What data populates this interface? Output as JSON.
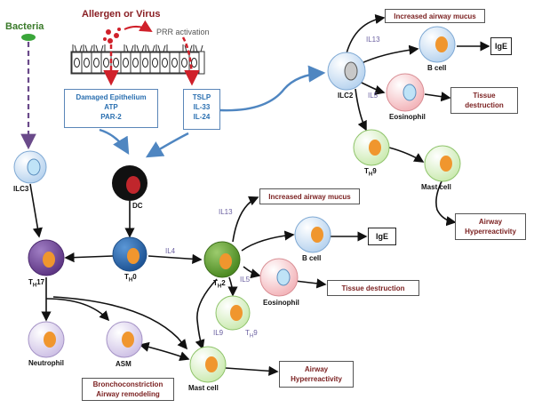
{
  "header": {
    "allergen": "Allergen or Virus",
    "prr": "PRR activation",
    "bacteria": "Bacteria"
  },
  "epithelium_box": {
    "lines": [
      "Damaged Epithelium",
      "ATP",
      "PAR-2"
    ]
  },
  "cytokine_box": {
    "lines": [
      "TSLP",
      "IL-33",
      "IL-24"
    ]
  },
  "cells": {
    "ilc3": "ILC3",
    "dc": "DC",
    "th0_main": "T",
    "th0_sub": "H",
    "th0_tail": "0",
    "th17_main": "T",
    "th17_sub": "H",
    "th17_tail": "17",
    "th2_main": "T",
    "th2_sub": "H",
    "th2_tail": "2",
    "th9_main": "T",
    "th9_sub": "H",
    "th9_tail": "9",
    "th9b_main": "T",
    "th9b_sub": "H",
    "th9b_tail": "9",
    "ilc2": "ILC2",
    "bcell_top": "B cell",
    "bcell_mid": "B cell",
    "eos_top": "Eosinophil",
    "eos_mid": "Eosinophil",
    "mast_top": "Mast cell",
    "mast_bottom": "Mast cell",
    "neutrophil": "Neutrophil",
    "asm": "ASM"
  },
  "cytokines": {
    "il13_top": "IL13",
    "il5_top": "IL5",
    "il13_mid": "IL13",
    "il4": "IL4",
    "il5_mid": "IL5",
    "il9": "IL9"
  },
  "outcomes": {
    "mucus_top": "Increased airway mucus",
    "ige_top": "IgE",
    "tissue_top": "Tissue destruction",
    "hyper_top": "Airway Hyperreactivity",
    "mucus_mid": "Increased airway mucus",
    "ige_mid": "IgE",
    "tissue_mid": "Tissue destruction",
    "hyper_bottom": "Airway Hyperreactivity",
    "broncho": "Bronchoconstriction",
    "remodel": "Airway remodeling"
  },
  "colors": {
    "ilc_blue": "#cfe2f5",
    "th0_blue": "#2e6db4",
    "th17_purple": "#7a4fa0",
    "th2_green": "#6aa83a",
    "pale_green": "#dff2cc",
    "pale_purple": "#ddd3ec",
    "eosinophil_pink": "#f7cdd0",
    "nucleus_orange": "#f0962e",
    "dc_black": "#111111",
    "dc_red": "#c0262c",
    "arrow_red": "#d0202a",
    "arrow_blue": "#4f86c1",
    "bacteria_dashed": "#6a4a8a"
  }
}
